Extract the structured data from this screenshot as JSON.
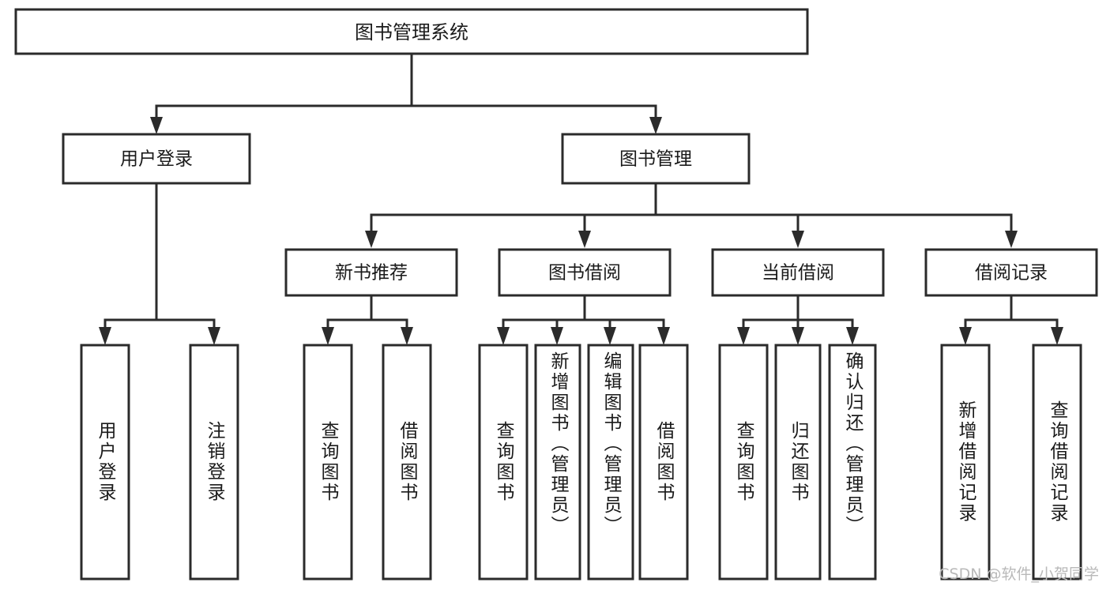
{
  "diagram": {
    "type": "tree-hierarchy",
    "title": "图书管理系统",
    "root": {
      "label": "图书管理系统"
    },
    "level2": [
      {
        "id": "user-login",
        "label": "用户登录"
      },
      {
        "id": "book-management",
        "label": "图书管理"
      }
    ],
    "level3": [
      {
        "id": "new-book-recommend",
        "label": "新书推荐",
        "parent": "book-management"
      },
      {
        "id": "book-borrow",
        "label": "图书借阅",
        "parent": "book-management"
      },
      {
        "id": "current-borrow",
        "label": "当前借阅",
        "parent": "book-management"
      },
      {
        "id": "borrow-record",
        "label": "借阅记录",
        "parent": "book-management"
      }
    ],
    "leaves": [
      {
        "id": "leaf-user-login",
        "label": "用户登录",
        "parent": "user-login"
      },
      {
        "id": "leaf-logout",
        "label": "注销登录",
        "parent": "user-login"
      },
      {
        "id": "leaf-query-book-1",
        "label": "查询图书",
        "parent": "new-book-recommend"
      },
      {
        "id": "leaf-borrow-book-1",
        "label": "借阅图书",
        "parent": "new-book-recommend"
      },
      {
        "id": "leaf-query-book-2",
        "label": "查询图书",
        "parent": "book-borrow"
      },
      {
        "id": "leaf-add-book",
        "label": "新增图书（管理员）",
        "parent": "book-borrow"
      },
      {
        "id": "leaf-edit-book",
        "label": "编辑图书（管理员）",
        "parent": "book-borrow"
      },
      {
        "id": "leaf-borrow-book-2",
        "label": "借阅图书",
        "parent": "book-borrow"
      },
      {
        "id": "leaf-query-book-3",
        "label": "查询图书",
        "parent": "current-borrow"
      },
      {
        "id": "leaf-return-book",
        "label": "归还图书",
        "parent": "current-borrow"
      },
      {
        "id": "leaf-confirm-return",
        "label": "确认归还（管理员）",
        "parent": "current-borrow"
      },
      {
        "id": "leaf-add-record",
        "label": "新增借阅记录",
        "parent": "borrow-record"
      },
      {
        "id": "leaf-query-record",
        "label": "查询借阅记录",
        "parent": "borrow-record"
      }
    ],
    "colors": {
      "stroke": "#2b2b2b",
      "fill": "#ffffff",
      "text": "#1a1a1a",
      "watermark": "#b9b9b9"
    }
  },
  "watermark": {
    "text": "CSDN @软件_小贺同学"
  }
}
